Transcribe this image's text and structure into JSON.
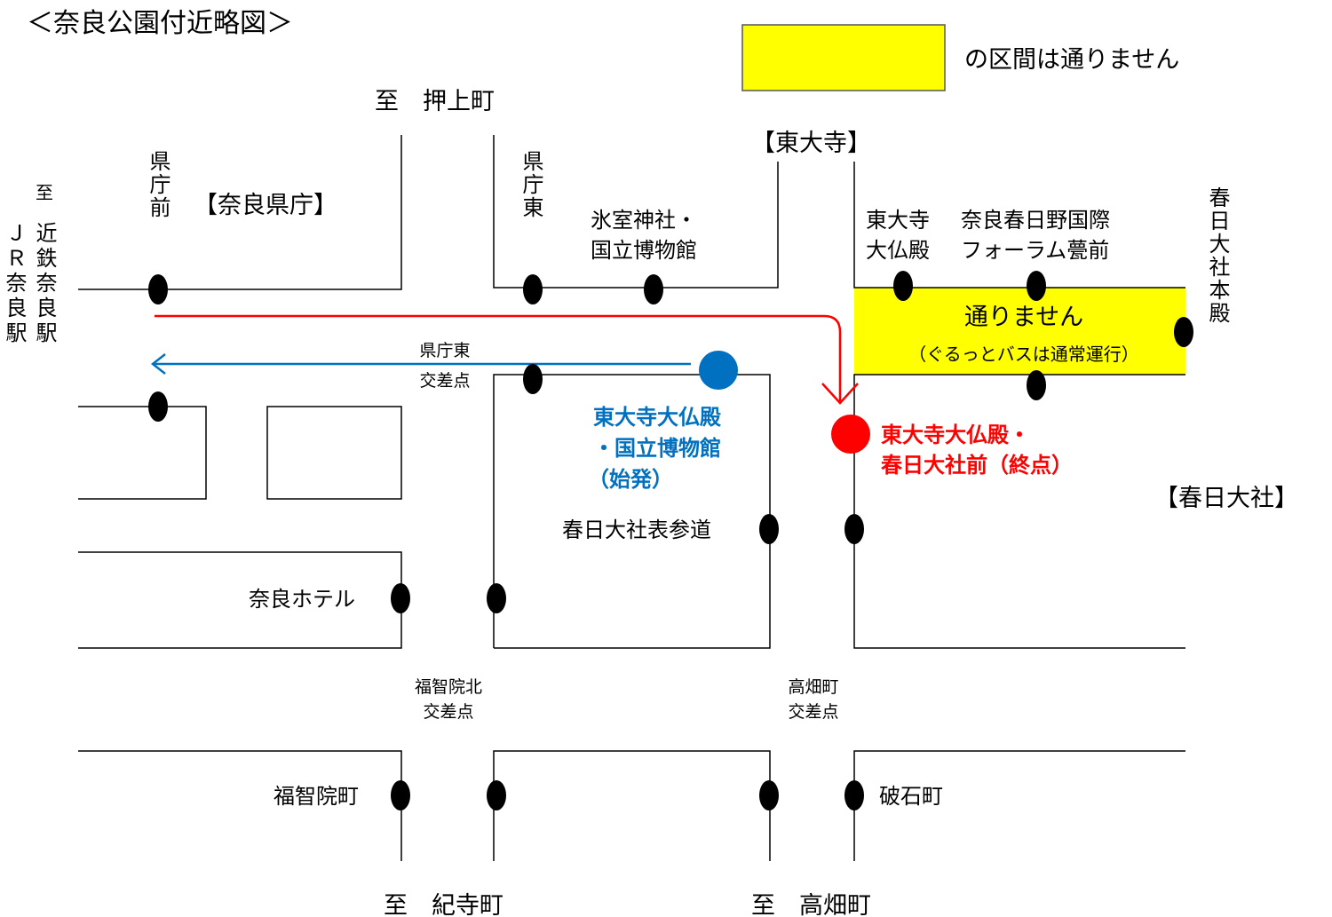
{
  "title": "＜奈良公園付近略図＞",
  "legend": {
    "text": "の区間は通りません",
    "color": "#ffff00"
  },
  "directions": {
    "oshiage": "至　押上町",
    "station_to": "至",
    "station_kintetsu": "近鉄奈良駅",
    "station_jr": "ＪＲ奈良駅",
    "kidera": "至　紀寺町",
    "takabatake": "至　高畑町"
  },
  "landmarks": {
    "todaiji": "【東大寺】",
    "nara_pref": "【奈良県庁】",
    "kasuga": "【春日大社】"
  },
  "stops": {
    "kencho_mae": "県庁前",
    "kencho_higashi": "県庁東",
    "himuro_line1": "氷室神社・",
    "himuro_line2": "国立博物館",
    "daibutsuden_line1": "東大寺",
    "daibutsuden_line2": "大仏殿",
    "forum_line1": "奈良春日野国際",
    "forum_line2": "フォーラム甍前",
    "kasuga_honden": "春日大社本殿",
    "omotesando": "春日大社表参道",
    "nara_hotel": "奈良ホテル",
    "fukuchiin": "福智院町",
    "haseki": "破石町"
  },
  "intersections": {
    "kencho_higashi_line1": "県庁東",
    "kencho_higashi_line2": "交差点",
    "fukuchiin_line1": "福智院北",
    "fukuchiin_line2": "交差点",
    "takabatake_line1": "高畑町",
    "takabatake_line2": "交差点"
  },
  "closed_section": {
    "line1": "通りません",
    "line2": "（ぐるっとバスは通常運行）"
  },
  "start_stop": {
    "line1": "東大寺大仏殿",
    "line2": "・国立博物館",
    "line3": "（始発）",
    "color": "#0070c0"
  },
  "end_stop": {
    "line1": "東大寺大仏殿・",
    "line2": "春日大社前（終点）",
    "color": "#ff0000"
  }
}
